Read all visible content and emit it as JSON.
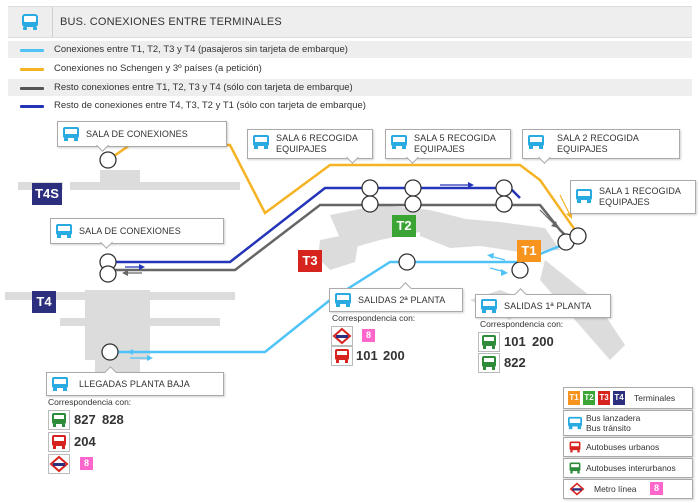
{
  "header": {
    "title": "BUS. CONEXIONES ENTRE TERMINALES"
  },
  "routes": [
    {
      "text": "Conexiones entre T1, T2, T3 y T4 (pasajeros sin tarjeta de embarque)",
      "color": "#4fc3f7"
    },
    {
      "text": "Conexiones no Schengen y 3º países (a petición)",
      "color": "#f5b324"
    },
    {
      "text": "Resto conexiones entre T1, T2, T3 y T4 (sólo con tarjeta de embarque)",
      "color": "#555555"
    },
    {
      "text": "Resto de conexiones entre T4, T3, T2 y T1 (sólo con tarjeta de embarque)",
      "color": "#2434b8"
    }
  ],
  "terminals": {
    "t4s": "T4S",
    "t4": "T4",
    "t3": "T3",
    "t2": "T2",
    "t1": "T1"
  },
  "terminal_colors": {
    "t1": "#f7941d",
    "t2": "#3aa535",
    "t3": "#d7231e",
    "t4": "#2b2f7e"
  },
  "stops": {
    "sala_conexiones_top": "SALA DE CONEXIONES",
    "sala_conexiones_mid": "SALA DE CONEXIONES",
    "sala6": [
      "SALA 6 RECOGIDA",
      "EQUIPAJES"
    ],
    "sala5": [
      "SALA 5 RECOGIDA",
      "EQUIPAJES"
    ],
    "sala2": [
      "SALA 2 RECOGIDA",
      "EQUIPAJES"
    ],
    "sala1": [
      "SALA 1 RECOGIDA",
      "EQUIPAJES"
    ],
    "salidas2": "SALIDAS 2ª PLANTA",
    "salidas1": "SALIDAS 1ª PLANTA",
    "llegadas": "LLEGADAS PLANTA BAJA"
  },
  "correspondence": {
    "label": "Correspondencia con:",
    "salidas2": {
      "metro": "8",
      "urban": [
        "101",
        "200"
      ]
    },
    "salidas1": {
      "interurban": [
        "101",
        "200"
      ],
      "interurban2": [
        "822"
      ]
    },
    "llegadas": {
      "interurban": [
        "827",
        "828"
      ],
      "urban": [
        "204"
      ],
      "metro": "8"
    }
  },
  "legend": {
    "terminals": "Terminales",
    "shuttle": [
      "Bus lanzadera",
      "Bus tránsito"
    ],
    "urban": "Autobuses urbanos",
    "interurban": "Autobuses interurbanos",
    "metro": "Metro línea",
    "metro_line": "8",
    "badges": [
      "T1",
      "T2",
      "T3",
      "T4"
    ]
  }
}
